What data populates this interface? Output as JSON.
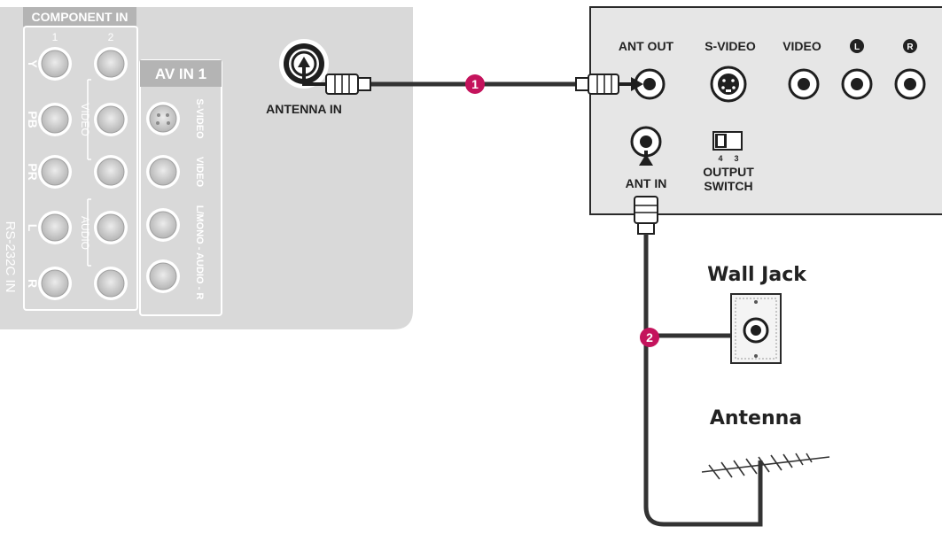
{
  "tv_panel": {
    "component_in": {
      "header": "COMPONENT IN",
      "col_numbers": [
        "1",
        "2"
      ],
      "row_labels": [
        "Y",
        "PB",
        "PR",
        "L",
        "R"
      ],
      "video_label": "VIDEO",
      "audio_label": "AUDIO"
    },
    "av_in_1": {
      "header": "AV IN 1",
      "side_labels": [
        "S-VIDEO",
        "VIDEO",
        "L/MONO - AUDIO - R"
      ]
    },
    "rs232c_label": "RS-232C IN",
    "antenna_in_label": "ANTENNA IN"
  },
  "external_box": {
    "top_labels": [
      "ANT OUT",
      "S-VIDEO",
      "VIDEO",
      "L",
      "R"
    ],
    "ant_in_label": "ANT IN",
    "output_switch_label_1": "OUTPUT",
    "output_switch_label_2": "SWITCH",
    "switch_positions": [
      "4",
      "3"
    ]
  },
  "steps": [
    "1",
    "2"
  ],
  "wall_jack_label": "Wall Jack",
  "antenna_label": "Antenna",
  "colors": {
    "panel": "#d9d9d9",
    "jack_fill": "#c8c8c8",
    "badge": "#c4135c",
    "cable": "#333333",
    "box_fill": "#e6e6e6"
  }
}
